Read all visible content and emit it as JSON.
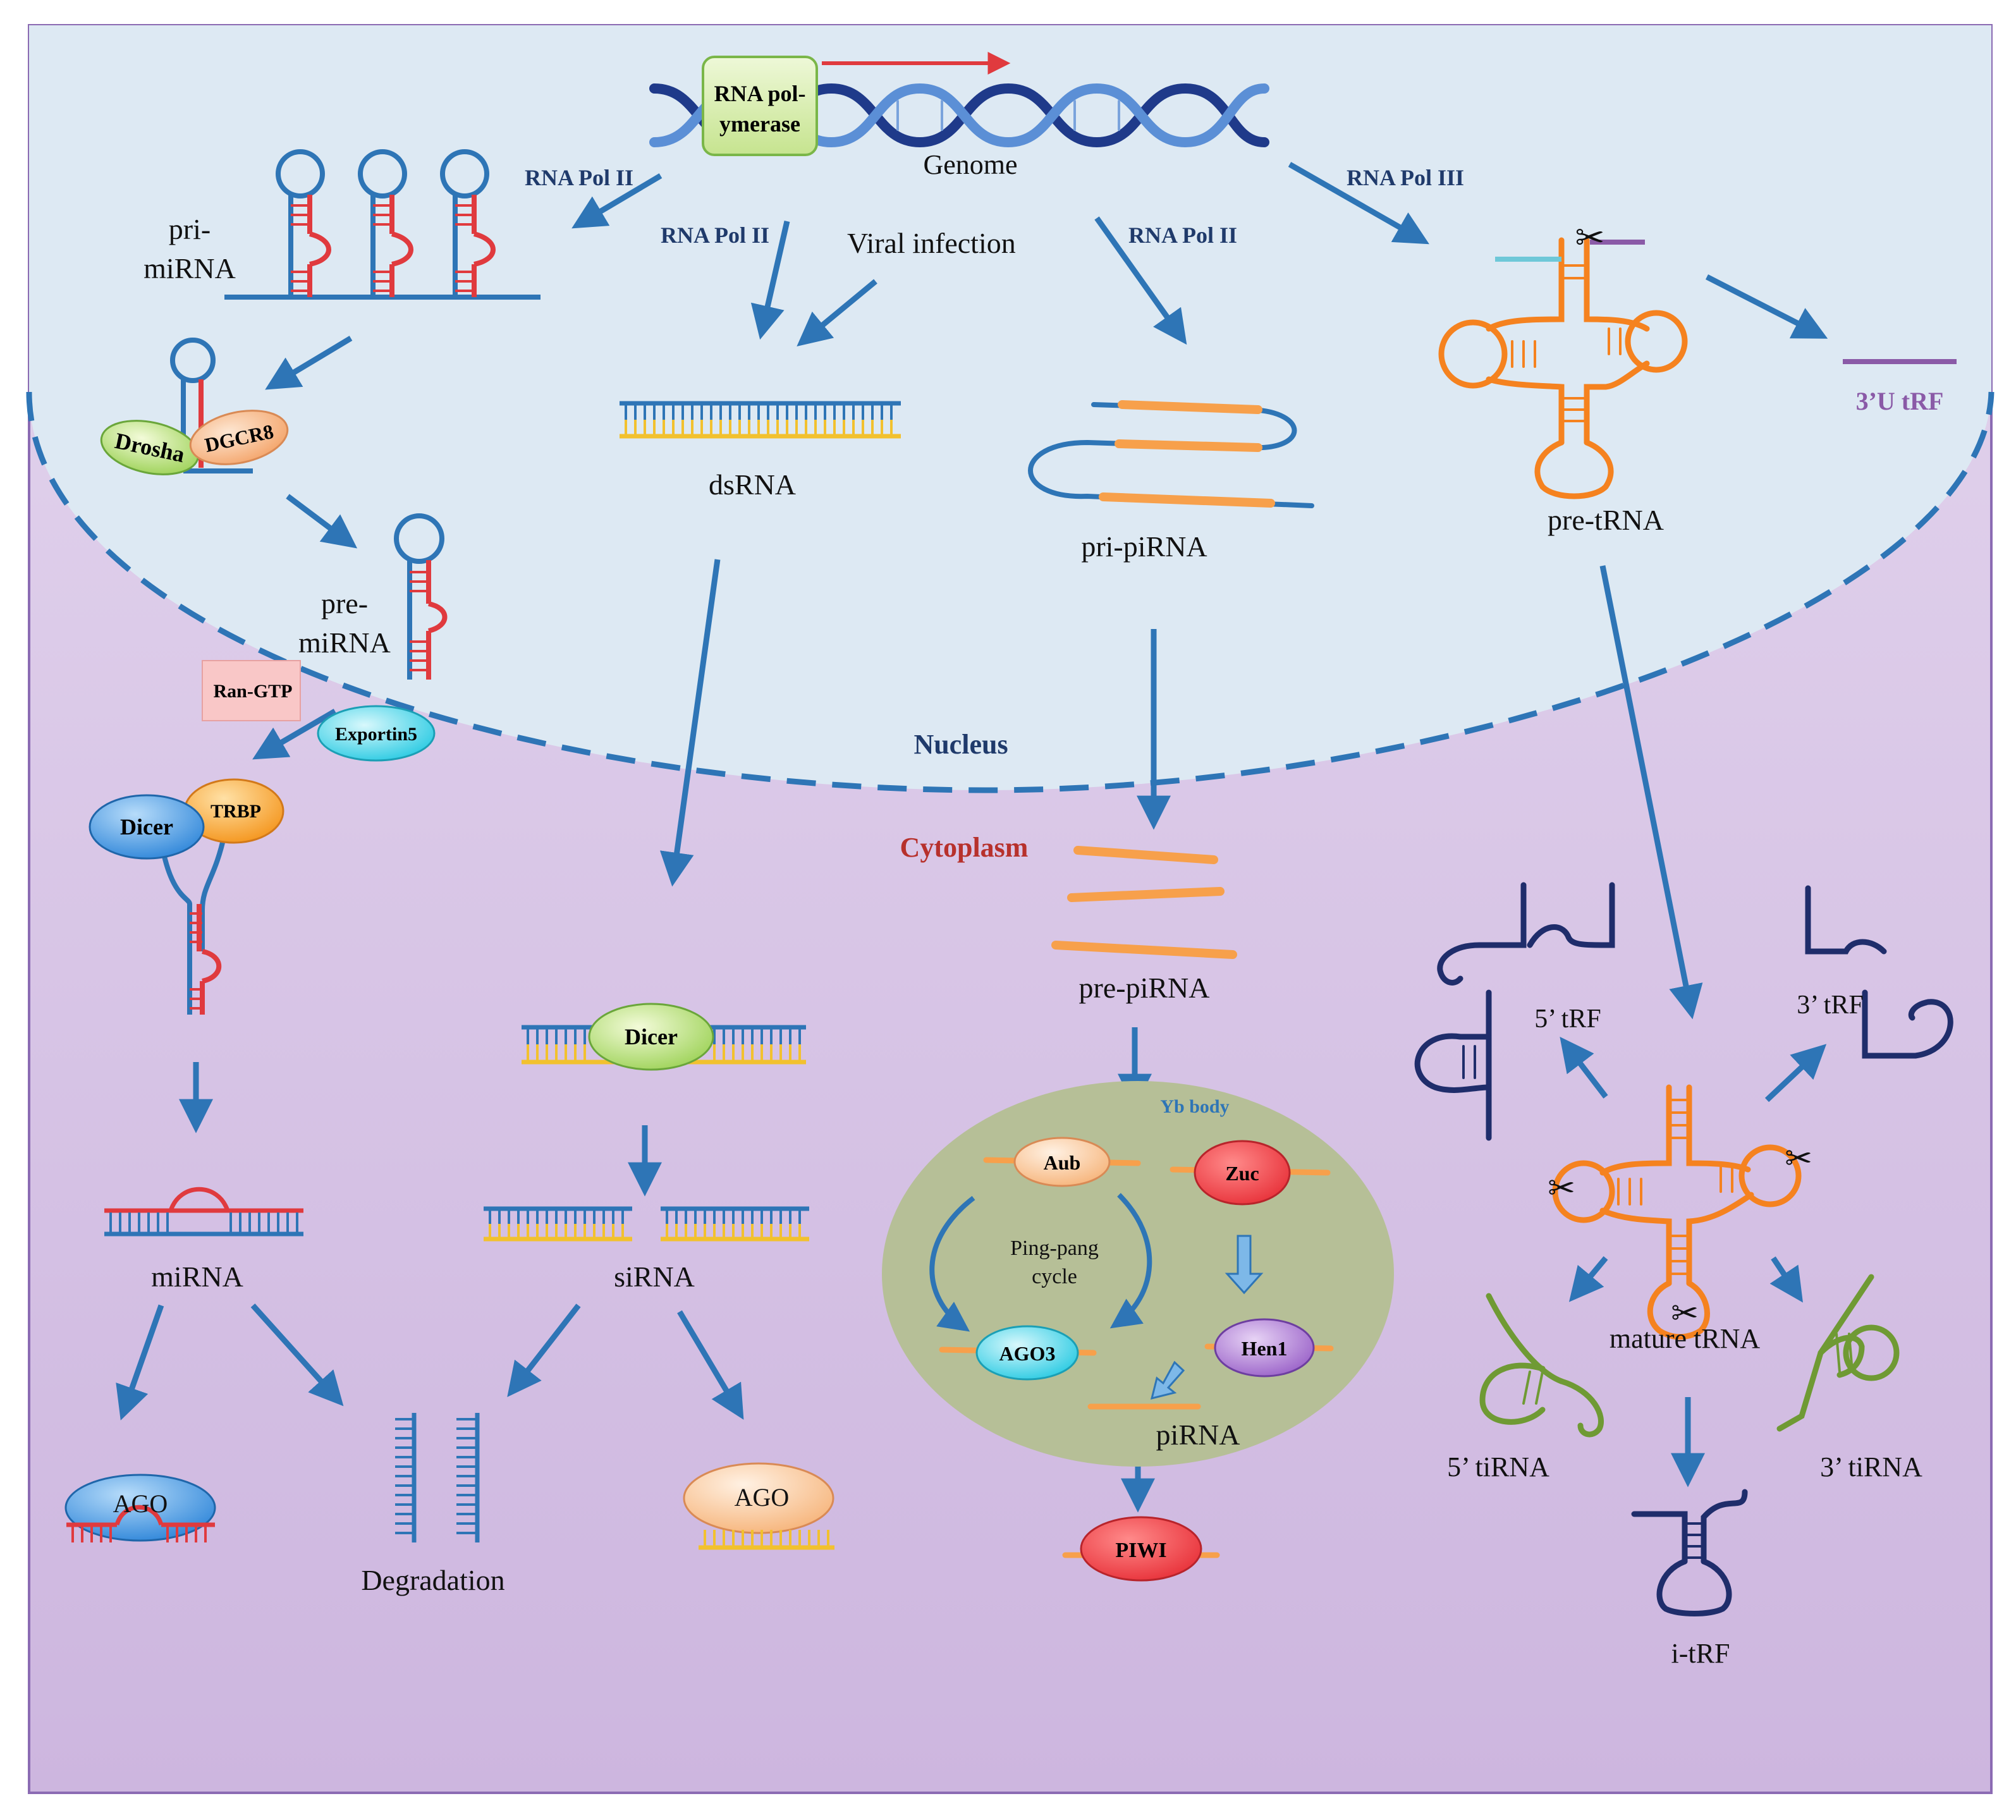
{
  "colors": {
    "nucleus_fill": "#dde9f3",
    "cytoplasm_fill": "#dccbe8",
    "arrow": "#2e75b6",
    "mirna_red": "#e03a3e",
    "mirna_blue": "#2e75b6",
    "dsrna_yellow": "#f2c12e",
    "pirna_orange": "#f7a04b",
    "trna_orange": "#f5821f",
    "trf_navy": "#1f2d6b",
    "tirna_green": "#6f9a34",
    "trf3u_purple": "#8a5aa7",
    "cytoplasm_label": "#b7312c",
    "yb_body_fill": "#b6bf97"
  },
  "labels": {
    "rna_polymerase": "RNA pol-ymerase",
    "rna_polymerase_line1": "RNA pol-",
    "rna_polymerase_line2": "ymerase",
    "genome": "Genome",
    "rna_pol_ii_left": "RNA Pol II",
    "rna_pol_ii_mid": "RNA Pol II",
    "rna_pol_ii_right": "RNA Pol II",
    "rna_pol_iii": "RNA Pol III",
    "viral_infection": "Viral infection",
    "pri_mirna_1": "pri-",
    "pri_mirna_2": "miRNA",
    "drosha": "Drosha",
    "dgcr8": "DGCR8",
    "pre_mirna_1": "pre-",
    "pre_mirna_2": "miRNA",
    "ran_gtp": "Ran-GTP",
    "exportin5": "Exportin5",
    "dsrna": "dsRNA",
    "pri_pirna": "pri-piRNA",
    "pre_trna": "pre-tRNA",
    "trf_3u": "3’U tRF",
    "nucleus": "Nucleus",
    "cytoplasm": "Cytoplasm",
    "dicer_left": "Dicer",
    "trbp": "TRBP",
    "dicer_mid": "Dicer",
    "mirna": "miRNA",
    "sirna": "siRNA",
    "ago_left": "AGO",
    "ago_right": "AGO",
    "degradation": "Degradation",
    "pre_pirna": "pre-piRNA",
    "yb_body": "Yb body",
    "aub": "Aub",
    "zuc": "Zuc",
    "ping_pang_1": "Ping-pang",
    "ping_pang_2": "cycle",
    "ago3": "AGO3",
    "hen1": "Hen1",
    "pirna": "piRNA",
    "piwi": "PIWI",
    "trf_5": "5’ tRF",
    "trf_3": "3’ tRF",
    "mature_trna": "mature tRNA",
    "tirna_5": "5’ tiRNA",
    "tirna_3": "3’ tiRNA",
    "i_trf": "i-tRF"
  }
}
